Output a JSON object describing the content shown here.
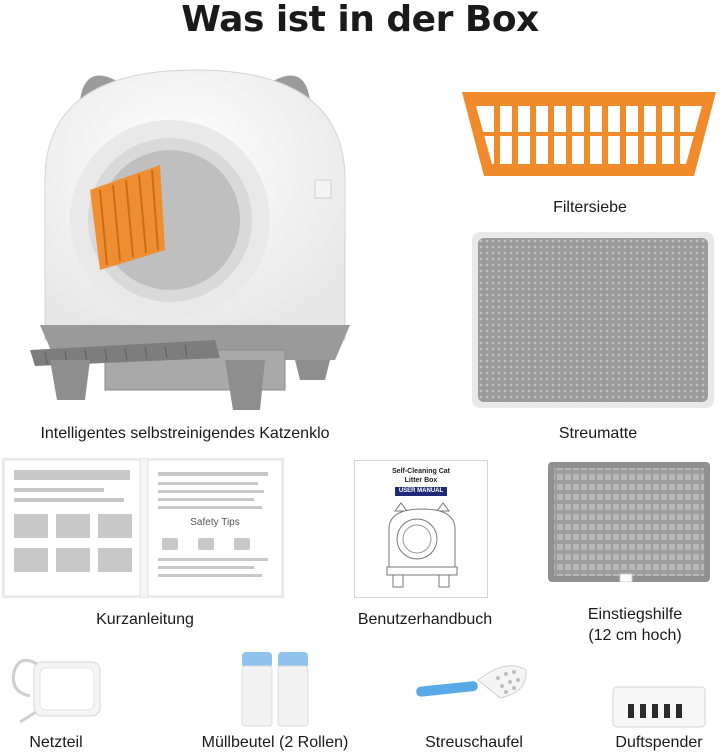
{
  "title": "Was ist in der Box",
  "items": [
    {
      "label": "Intelligentes selbstreinigendes Katzenklo"
    },
    {
      "label": "Filtersiebe"
    },
    {
      "label": "Streumatte"
    },
    {
      "label": "Kurzanleitung"
    },
    {
      "label": "Benutzerhandbuch"
    },
    {
      "label": "Einstiegshilfe",
      "sublabel": "(12 cm hoch)"
    },
    {
      "label": "Netzteil"
    },
    {
      "label": "Müllbeutel (2 Rollen)"
    },
    {
      "label": "Streuschaufel"
    },
    {
      "label": "Duftspender"
    }
  ],
  "manual_cover": {
    "heading_line1": "Self-Cleaning Cat",
    "heading_line2": "Litter Box",
    "badge": "USER MANUAL"
  },
  "quick_guide": {
    "section": "Safety Tips"
  },
  "colors": {
    "accent_orange": "#f08a2a",
    "device_gray": "#8e8e8e",
    "mat_gray": "#9a9a9a",
    "scoop_blue": "#5aa9e6"
  }
}
